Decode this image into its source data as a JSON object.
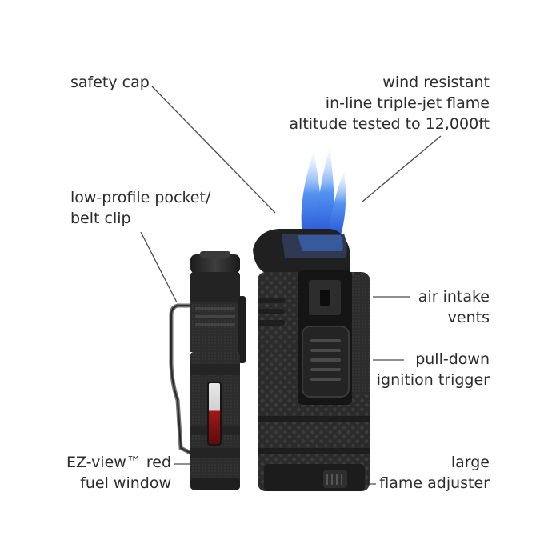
{
  "callouts": {
    "safety_cap": "safety cap",
    "flame": "wind resistant\nin-line triple-jet flame\naltitude tested to 12,000ft",
    "clip": "low-profile pocket/\nbelt clip",
    "vents": "air intake\nvents",
    "trigger": "pull-down\nignition trigger",
    "window": "EZ-view™ red\nfuel window",
    "adjuster": "large\nflame adjuster"
  },
  "colors": {
    "body": "#2a2a2a",
    "texture": "#3b3b3b",
    "flame": "#3f7ee8",
    "fuel": "#8e1414",
    "leader": "#4a4a4a"
  }
}
